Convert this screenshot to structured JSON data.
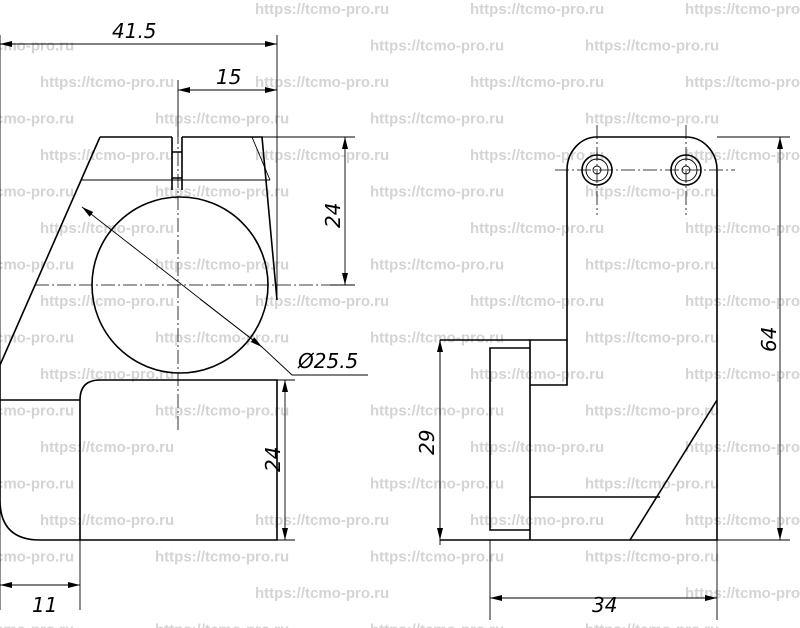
{
  "watermark": "https://tcmo-pro.ru",
  "dimensions": {
    "overall_width_left": "41.5",
    "slot_offset": "15",
    "upper_height": "24",
    "bore_diameter": "Ø25.5",
    "lower_height": "24",
    "left_tab_width": "11",
    "side_height": "29",
    "total_height": "64",
    "side_width": "34"
  }
}
